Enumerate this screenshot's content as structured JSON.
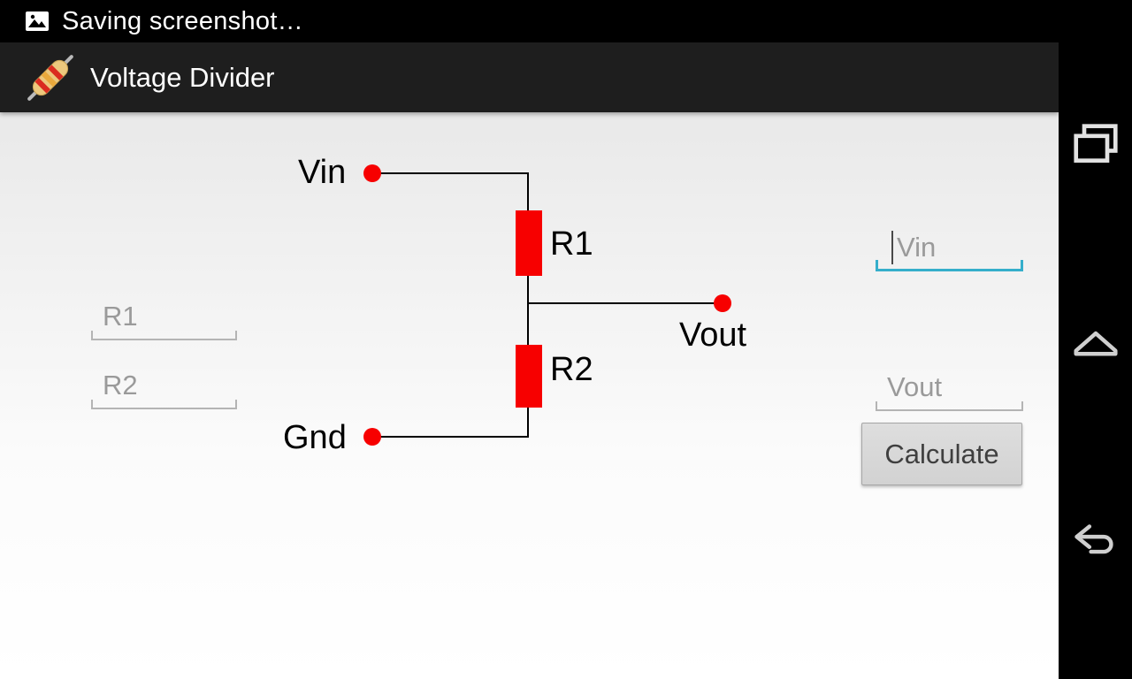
{
  "status_bar": {
    "text": "Saving screenshot…",
    "icon": "screenshot-image-icon"
  },
  "app_bar": {
    "title": "Voltage Divider",
    "icon": "resistor-icon"
  },
  "circuit": {
    "labels": {
      "vin": "Vin",
      "r1": "R1",
      "vout": "Vout",
      "r2": "R2",
      "gnd": "Gnd"
    },
    "colors": {
      "component_red": "#f70000",
      "wire_black": "#000000",
      "node_dot_red": "#f70000"
    }
  },
  "form": {
    "r1_input": {
      "placeholder": "R1",
      "value": ""
    },
    "r2_input": {
      "placeholder": "R2",
      "value": ""
    },
    "vin_input": {
      "placeholder": "Vin",
      "value": "",
      "focused": true
    },
    "vout_input": {
      "placeholder": "Vout",
      "value": ""
    },
    "calculate_button": "Calculate"
  },
  "nav_bar": {
    "icons": [
      "recents-icon",
      "home-icon",
      "back-icon"
    ]
  },
  "colors": {
    "focus_underline": "#35aecb",
    "hint_gray": "#9a9a9a",
    "underline_gray": "#b4b4b4",
    "app_bar_bg": "#1e1e1e",
    "button_text": "#3f3f3f"
  }
}
